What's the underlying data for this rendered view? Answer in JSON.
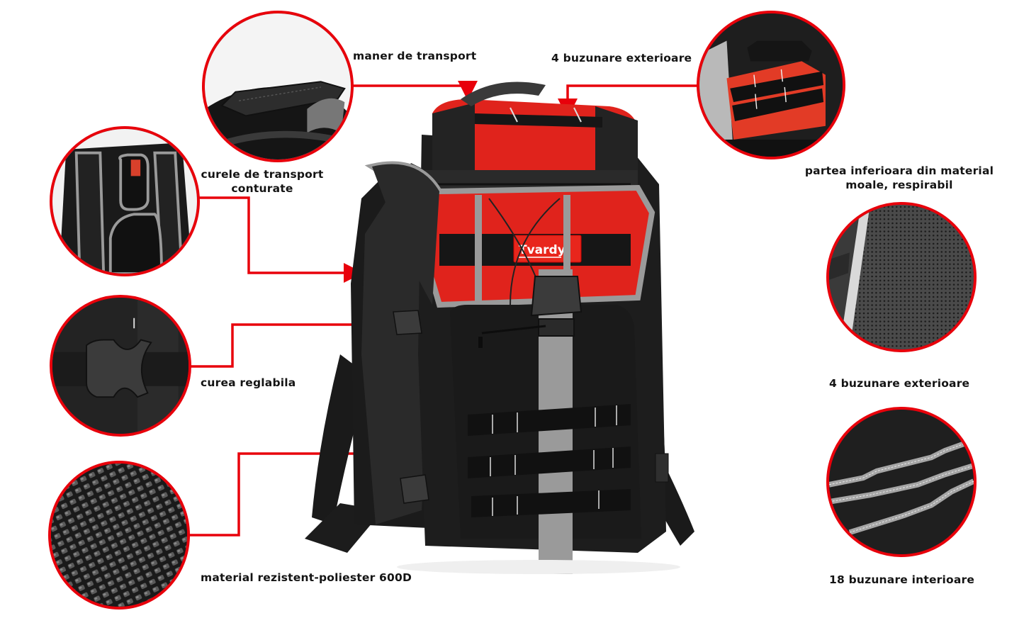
{
  "brand": {
    "logo_text": "Tvardy",
    "accent_color": "#e8000b",
    "bag_red": "#e0231c",
    "bag_black": "#1c1c1c",
    "trim_gray": "#9a9a9a"
  },
  "callouts": [
    {
      "id": "handle",
      "label": "maner de transport",
      "icon": "carry-handle-closeup"
    },
    {
      "id": "external-pockets-top",
      "label": "4 buzunare exterioare",
      "icon": "top-pocket-closeup"
    },
    {
      "id": "straps",
      "label_line1": "curele de transport",
      "label_line2": "conturate",
      "icon": "contoured-straps-closeup"
    },
    {
      "id": "adjustable-strap",
      "label": "curea reglabila",
      "icon": "buckle-closeup"
    },
    {
      "id": "material",
      "label": "material rezistent-poliester 600D",
      "icon": "woven-fabric-closeup"
    },
    {
      "id": "bottom-material",
      "label_line1": "partea inferioara din material",
      "label_line2": "moale, respirabil",
      "icon": "mesh-fabric-closeup"
    },
    {
      "id": "external-pockets-side",
      "label": "4 buzunare exterioare",
      "icon": "mesh-panel-closeup"
    },
    {
      "id": "internal-pockets",
      "label": "18 buzunare interioare",
      "icon": "internal-pockets-closeup"
    }
  ]
}
